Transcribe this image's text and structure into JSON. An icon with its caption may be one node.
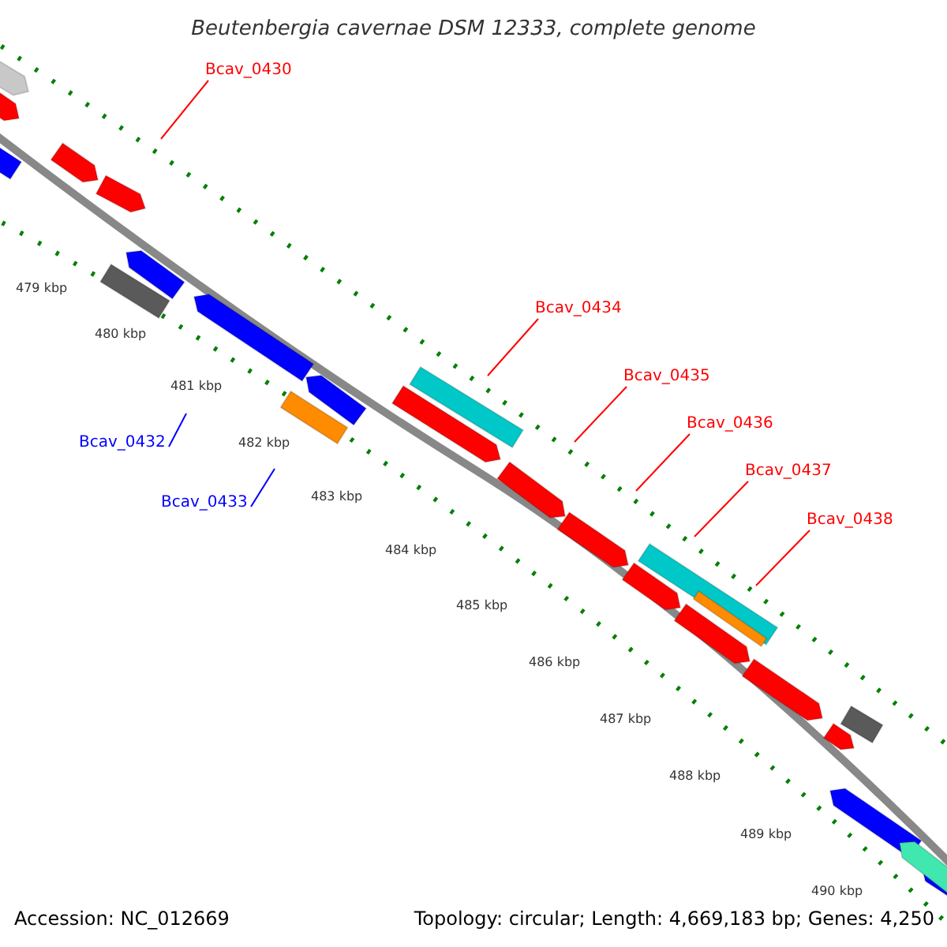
{
  "diagram": {
    "title": "Beutenbergia cavernae DSM 12333, complete genome",
    "nodes": [
      {
        "text": [
          "Bcav_0430"
        ]
      },
      {
        "text": [
          "Bcav_0432"
        ]
      },
      {
        "text": [
          "Bcav_0433"
        ]
      },
      {
        "text": [
          "Bcav_0434"
        ]
      },
      {
        "text": [
          "Bcav_0435"
        ]
      },
      {
        "text": [
          "Bcav_0436"
        ]
      },
      {
        "text": [
          "Bcav_0437"
        ]
      },
      {
        "text": [
          "Bcav_0438"
        ]
      }
    ],
    "edges": [
      {
        "from": 0,
        "to": null,
        "arrow": "none"
      },
      {
        "from": 1,
        "to": null,
        "arrow": "none",
        "color": "#0000ff"
      },
      {
        "from": 2,
        "to": null,
        "arrow": "none",
        "color": "#0000ff"
      },
      {
        "from": 3,
        "to": null,
        "arrow": "none"
      },
      {
        "from": 4,
        "to": null,
        "arrow": "none"
      },
      {
        "from": 5,
        "to": null,
        "arrow": "none"
      },
      {
        "from": 6,
        "to": null,
        "arrow": "none"
      },
      {
        "from": 7,
        "to": null,
        "arrow": "none"
      }
    ],
    "labels": [
      "479 kbp",
      "480 kbp",
      "481 kbp",
      "482 kbp",
      "483 kbp",
      "484 kbp",
      "485 kbp",
      "486 kbp",
      "487 kbp",
      "488 kbp",
      "489 kbp",
      "490 kbp",
      "Accession: NC_012669",
      "Topology: circular; Length: 4,669,183 bp; Genes: 4,250"
    ]
  }
}
